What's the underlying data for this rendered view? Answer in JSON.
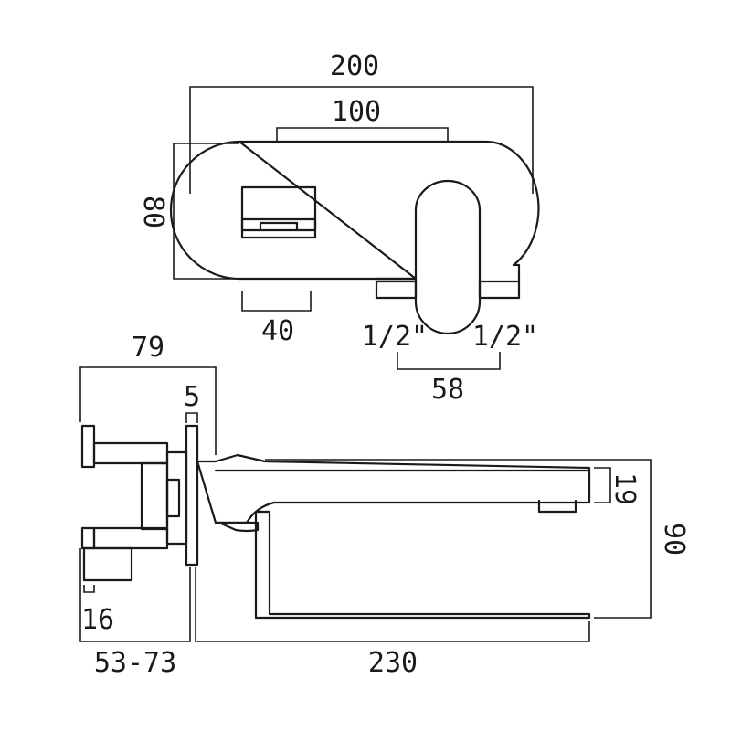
{
  "dimensions": {
    "top_overall_width": "200",
    "top_plate_inner_width": "100",
    "top_plate_height": "80",
    "top_lever_box_width": "40",
    "top_inlet_left": "1/2\"",
    "top_inlet_right": "1/2\"",
    "top_inlet_spacing": "58",
    "side_body_depth": "79",
    "side_plate_thickness": "5",
    "side_spout_height": "19",
    "side_total_height": "90",
    "side_inlet_offset": "16",
    "side_wall_depth_range": "53-73",
    "side_spout_projection": "230"
  }
}
